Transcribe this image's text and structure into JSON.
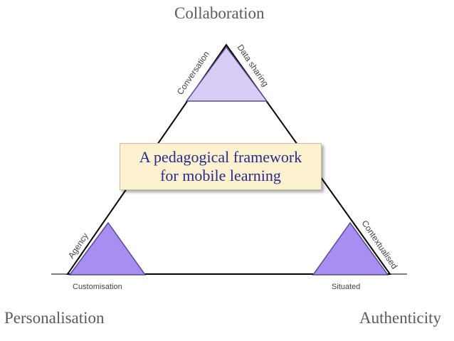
{
  "corners": {
    "top": "Collaboration",
    "left": "Personalisation",
    "right": "Authenticity"
  },
  "edges": {
    "conversation": "Conversation",
    "data_sharing": "Data sharing",
    "agency": "Agency",
    "contextualised": "Contextualised",
    "customisation": "Customisation",
    "situated": "Situated"
  },
  "center_box": {
    "line1": "A pedagogical framework",
    "line2": "for mobile learning"
  },
  "colors": {
    "triangle_fill_top": "#d8ccf5",
    "triangle_fill": "#a88ef0",
    "outline": "#000000",
    "box_fill": "#fdf2cf",
    "box_text": "#2a2a8c"
  }
}
